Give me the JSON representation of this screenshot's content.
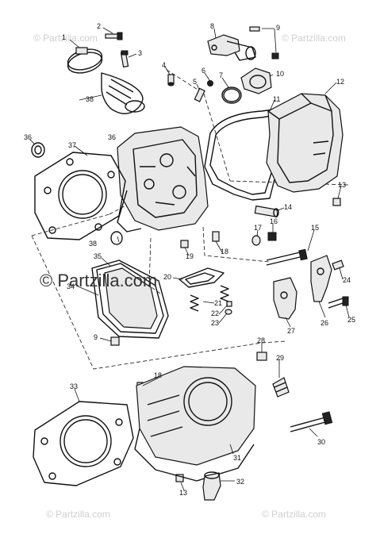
{
  "watermark": {
    "main_text": "© Partzilla.com",
    "corner_text": "© Partzilla.com"
  },
  "callouts": [
    "1",
    "2",
    "3",
    "4",
    "5",
    "6",
    "7",
    "8",
    "9",
    "10",
    "11",
    "12",
    "13",
    "14",
    "15",
    "16",
    "17",
    "18",
    "19",
    "20",
    "21",
    "22",
    "23",
    "24",
    "25",
    "26",
    "27",
    "28",
    "29",
    "30",
    "31",
    "32",
    "33",
    "34",
    "35",
    "36",
    "37"
  ]
}
